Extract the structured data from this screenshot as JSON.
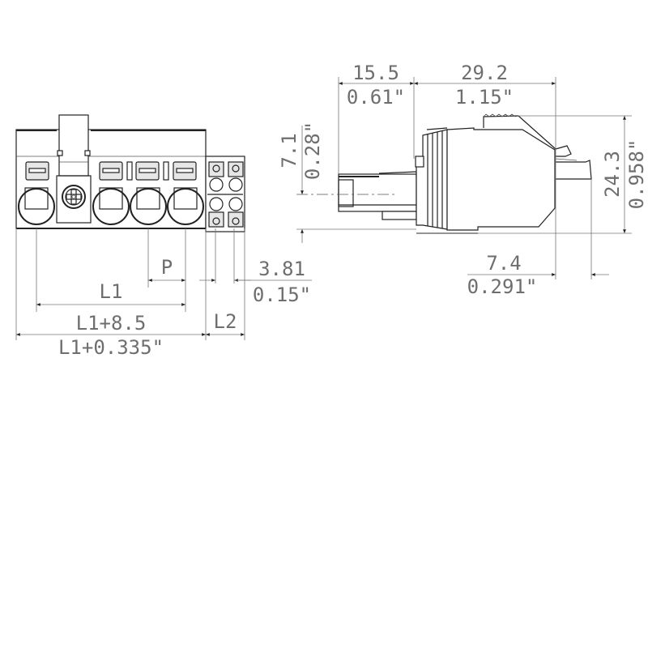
{
  "drawing": {
    "title": "Pluggable terminal block – front and side view dimensional drawing",
    "front_view": {
      "dimensions": {
        "pitch_label": "P",
        "l1_label": "L1",
        "overall_mm": "L1+8.5",
        "overall_in": "L1+0.335\"",
        "l2_label": "L2",
        "pitch_small_mm": "3.81",
        "pitch_small_in": "0.15\""
      }
    },
    "side_view": {
      "dimensions": {
        "front_length_mm": "15.5",
        "front_length_in": "0.61\"",
        "body_length_mm": "29.2",
        "body_length_in": "1.15\"",
        "pin_offset_mm": "7.1",
        "pin_offset_in": "0.28\"",
        "height_mm": "24.3",
        "height_in": "0.958\"",
        "latch_mm": "7.4",
        "latch_in": "0.291\""
      }
    },
    "colors": {
      "outline": "#222222",
      "dimension_text": "#6e6e6e",
      "background": "#ffffff"
    }
  }
}
